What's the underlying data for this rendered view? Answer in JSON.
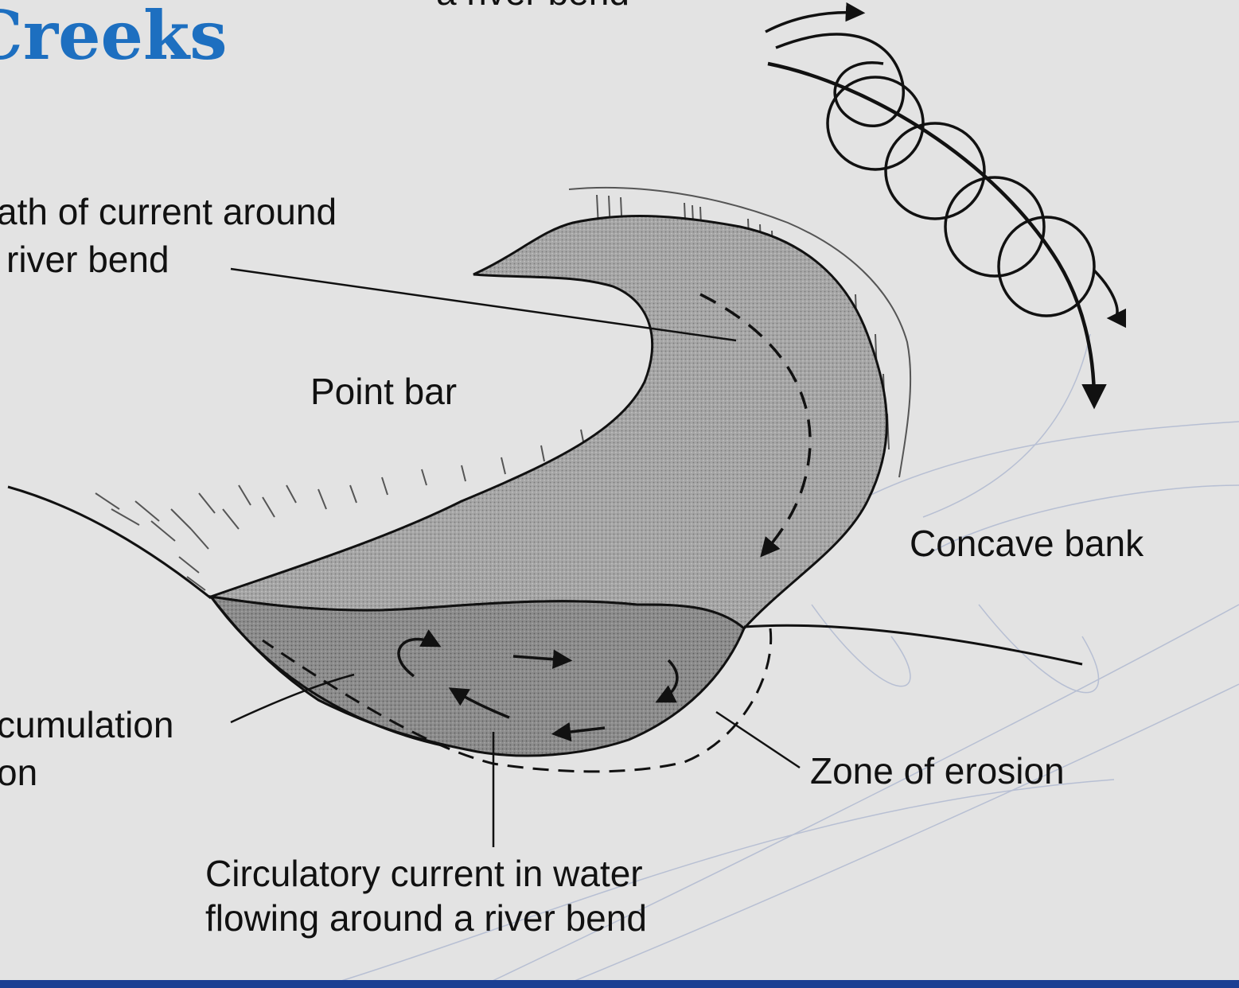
{
  "slide": {
    "title": "Creeks",
    "accent_color": "#1d6fc0",
    "bottom_bar_color": "#1b3f93"
  },
  "diagram": {
    "top_caption_fragment": "a river bend",
    "labels": {
      "path_line1": "ath of current around",
      "path_line2": "river bend",
      "point_bar": "Point bar",
      "concave_bank": "Concave bank",
      "accumulation_line1": "cumulation",
      "accumulation_line2": "on",
      "zone_of_erosion": "Zone of erosion",
      "circulatory_line1": "Circulatory current in water",
      "circulatory_line2": "flowing around a river bend"
    }
  }
}
